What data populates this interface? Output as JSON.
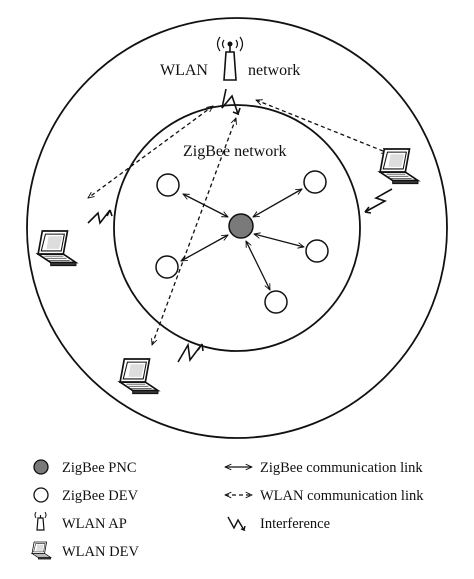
{
  "diagram": {
    "wlan_label_left": "WLAN",
    "wlan_label_right": "network",
    "zigbee_label": "ZigBee network"
  },
  "legend": {
    "left": [
      {
        "icon": "pnc-node-icon",
        "label": "ZigBee PNC"
      },
      {
        "icon": "dev-node-icon",
        "label": "ZigBee DEV"
      },
      {
        "icon": "wlan-ap-icon",
        "label": "WLAN AP"
      },
      {
        "icon": "laptop-icon",
        "label": "WLAN DEV"
      }
    ],
    "right": [
      {
        "icon": "double-arrow-solid-icon",
        "label": "ZigBee communication link"
      },
      {
        "icon": "double-arrow-dashed-icon",
        "label": "WLAN communication link"
      },
      {
        "icon": "lightning-icon",
        "label": "Interference"
      }
    ]
  },
  "colors": {
    "pnc_fill": "#7a7a7a",
    "stroke": "#111111",
    "background": "#ffffff"
  }
}
